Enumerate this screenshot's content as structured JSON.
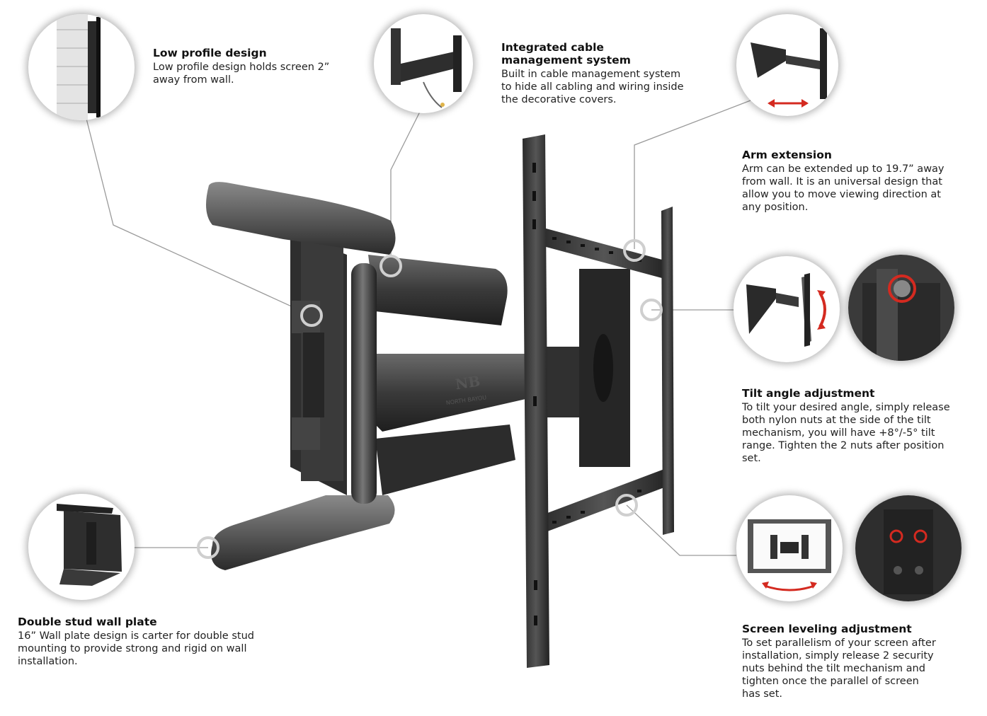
{
  "features": [
    {
      "id": "low-profile",
      "title": "Low profile design",
      "body": [
        "Low profile design holds screen 2”",
        "away from wall."
      ]
    },
    {
      "id": "cable-management",
      "title": "Integrated cable management system",
      "title_lines": [
        "Integrated cable",
        "management system"
      ],
      "body": [
        "Built in cable management system",
        "to hide all cabling and wiring inside",
        "the decorative covers."
      ]
    },
    {
      "id": "arm-extension",
      "title": "Arm extension",
      "body": [
        "Arm can be extended up to 19.7” away",
        "from wall. It is an universal design that",
        "allow you to move viewing direction at",
        "any position."
      ]
    },
    {
      "id": "tilt-angle",
      "title": "Tilt angle adjustment",
      "body": [
        "To tilt your desired angle, simply release",
        "both nylon nuts at the side of the tilt",
        "mechanism, you will have +8°/-5° tilt",
        "range. Tighten the 2 nuts after position",
        "set."
      ]
    },
    {
      "id": "double-stud",
      "title": "Double stud wall plate",
      "body": [
        "16” Wall plate design is carter for double stud",
        "mounting to provide strong and rigid  on wall",
        "installation."
      ]
    },
    {
      "id": "screen-leveling",
      "title": "Screen leveling adjustment",
      "body": [
        "To set parallelism of your screen after",
        "installation, simply release 2 security",
        "nuts behind the tilt mechanism and",
        "tighten once the parallel of screen",
        "has set."
      ]
    }
  ],
  "logo_text": "NORTH BAYOU",
  "colors": {
    "metal_dark": "#2b2b2b",
    "metal_mid": "#3d3d3d",
    "metal_light": "#5a5a5a",
    "accent_red": "#d42a20",
    "leader_line": "#9a9a9a",
    "brick": "#cfcfcf"
  }
}
